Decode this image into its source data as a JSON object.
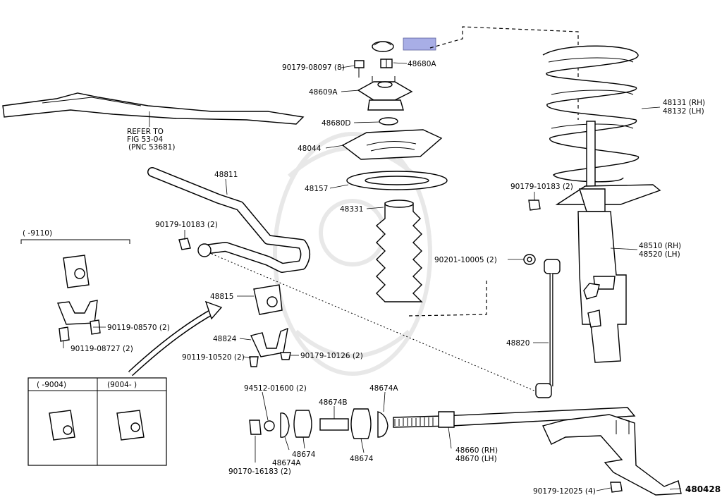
{
  "diagram": {
    "highlight_color": "#a8aee6",
    "labels": {
      "mount_nut_bolt": "90179-08097 (8)",
      "nut_48680a": "48680A",
      "support_48609a": "48609A",
      "bearing_48680d": "48680D",
      "seat_48044": "48044",
      "insulator_48157": "48157",
      "bumper_48331": "48331",
      "coil_spring_rh": "48131 (RH)",
      "coil_spring_lh": "48132 (LH)",
      "refer_line1": "REFER TO",
      "refer_line2": "FIG 53-04",
      "refer_line3": "(PNC 53681)",
      "stabilizer_bar": "48811",
      "nut_stab_left": "90179-10183 (2)",
      "nut_strut_right": "90179-10183 (2)",
      "range_box_top": "(      -9110)",
      "washer_strut": "90201-10005 (2)",
      "strut_rh": "48510 (RH)",
      "strut_lh": "48520 (LH)",
      "bushing_48815": "48815",
      "bolt_08570": "90119-08570 (2)",
      "bolt_08727": "90119-08727 (2)",
      "bracket_48824": "48824",
      "bolt_10520": "90119-10520 (2)",
      "nut_10126": "90179-10126 (2)",
      "stab_link": "48820",
      "range_left": "(      -9004)",
      "range_right": "(9004-      )",
      "cotter_pin": "94512-01600 (2)",
      "bushing_48674b": "48674B",
      "bushing_48674a_top": "48674A",
      "bushing_48674_mid": "48674",
      "bushing_48674a_bot": "48674A",
      "bushing_48674_bot": "48674",
      "nut_16183": "90170-16183 (2)",
      "strut_rod_rh": "48660 (RH)",
      "strut_rod_lh": "48670 (LH)",
      "nut_12025": "90179-12025 (4)",
      "arm_480428": "480428"
    }
  }
}
